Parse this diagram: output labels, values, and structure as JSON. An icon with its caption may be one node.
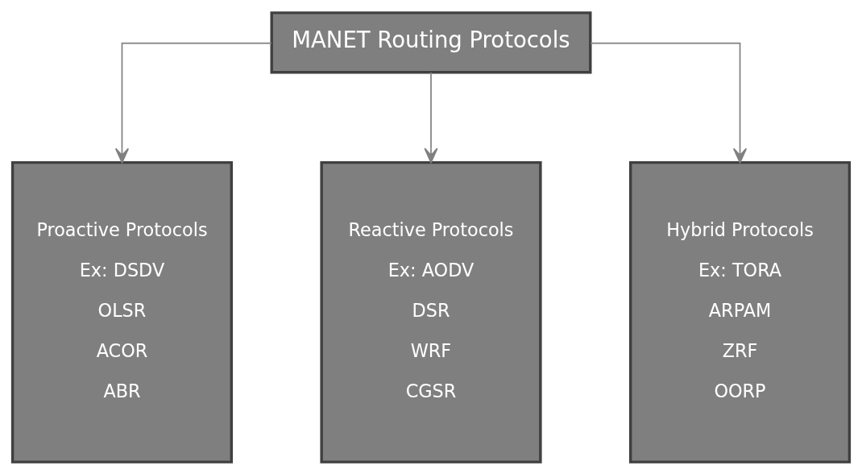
{
  "diagram": {
    "nodes": [
      {
        "text": [
          "MANET Routing Protocols"
        ]
      },
      {
        "text": [
          "Proactive Protocols",
          "Ex: DSDV",
          "OLSR",
          "ACOR",
          "ABR"
        ]
      },
      {
        "text": [
          "Reactive Protocols",
          "Ex: AODV",
          "DSR",
          "WRF",
          "CGSR"
        ]
      },
      {
        "text": [
          "Hybrid Protocols",
          "Ex: TORA",
          "ARPAM",
          "ZRF",
          "OORP"
        ]
      }
    ],
    "edges": [
      {
        "from": 0,
        "to": 1,
        "arrow": "to"
      },
      {
        "from": 0,
        "to": 2,
        "arrow": "to"
      },
      {
        "from": 0,
        "to": 3,
        "arrow": "to"
      }
    ]
  }
}
